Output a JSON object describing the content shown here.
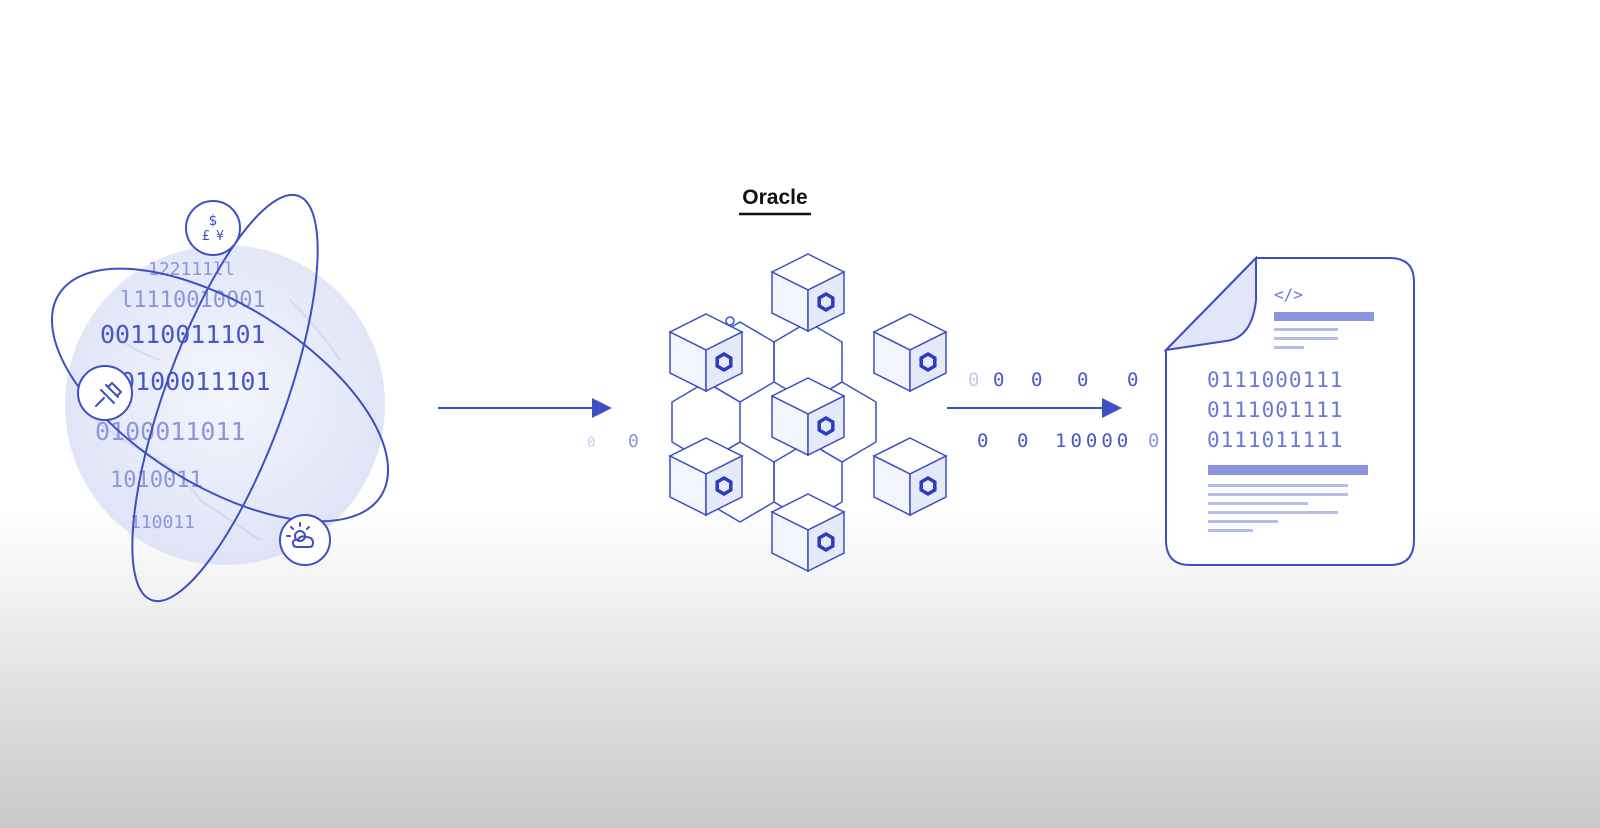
{
  "oracle_title": "Oracle",
  "colors": {
    "accent": "#3c4fc4",
    "light_fill": "#e9ecfa",
    "doc_bar": "#8a95df"
  },
  "globe": {
    "rows": [
      "122111ll",
      "l1110010001",
      "00110011101",
      "0100011101",
      "0100011011",
      "1010011",
      "110011"
    ],
    "currency_symbols": [
      "$",
      "£",
      "¥"
    ]
  },
  "stream_left": [
    "0",
    "0"
  ],
  "stream_right_top": [
    "0",
    "0",
    "0",
    "0",
    "0"
  ],
  "stream_right_bottom": [
    "0",
    "0",
    "10000",
    "0"
  ],
  "document": {
    "code_tag": "</>",
    "binary_lines": [
      "0111000111",
      "0111001111",
      "0111011111"
    ]
  },
  "icons": [
    "pin-icon",
    "weather-icon",
    "currency-icon",
    "chainlink-icon",
    "arrow-icon",
    "document-icon"
  ]
}
